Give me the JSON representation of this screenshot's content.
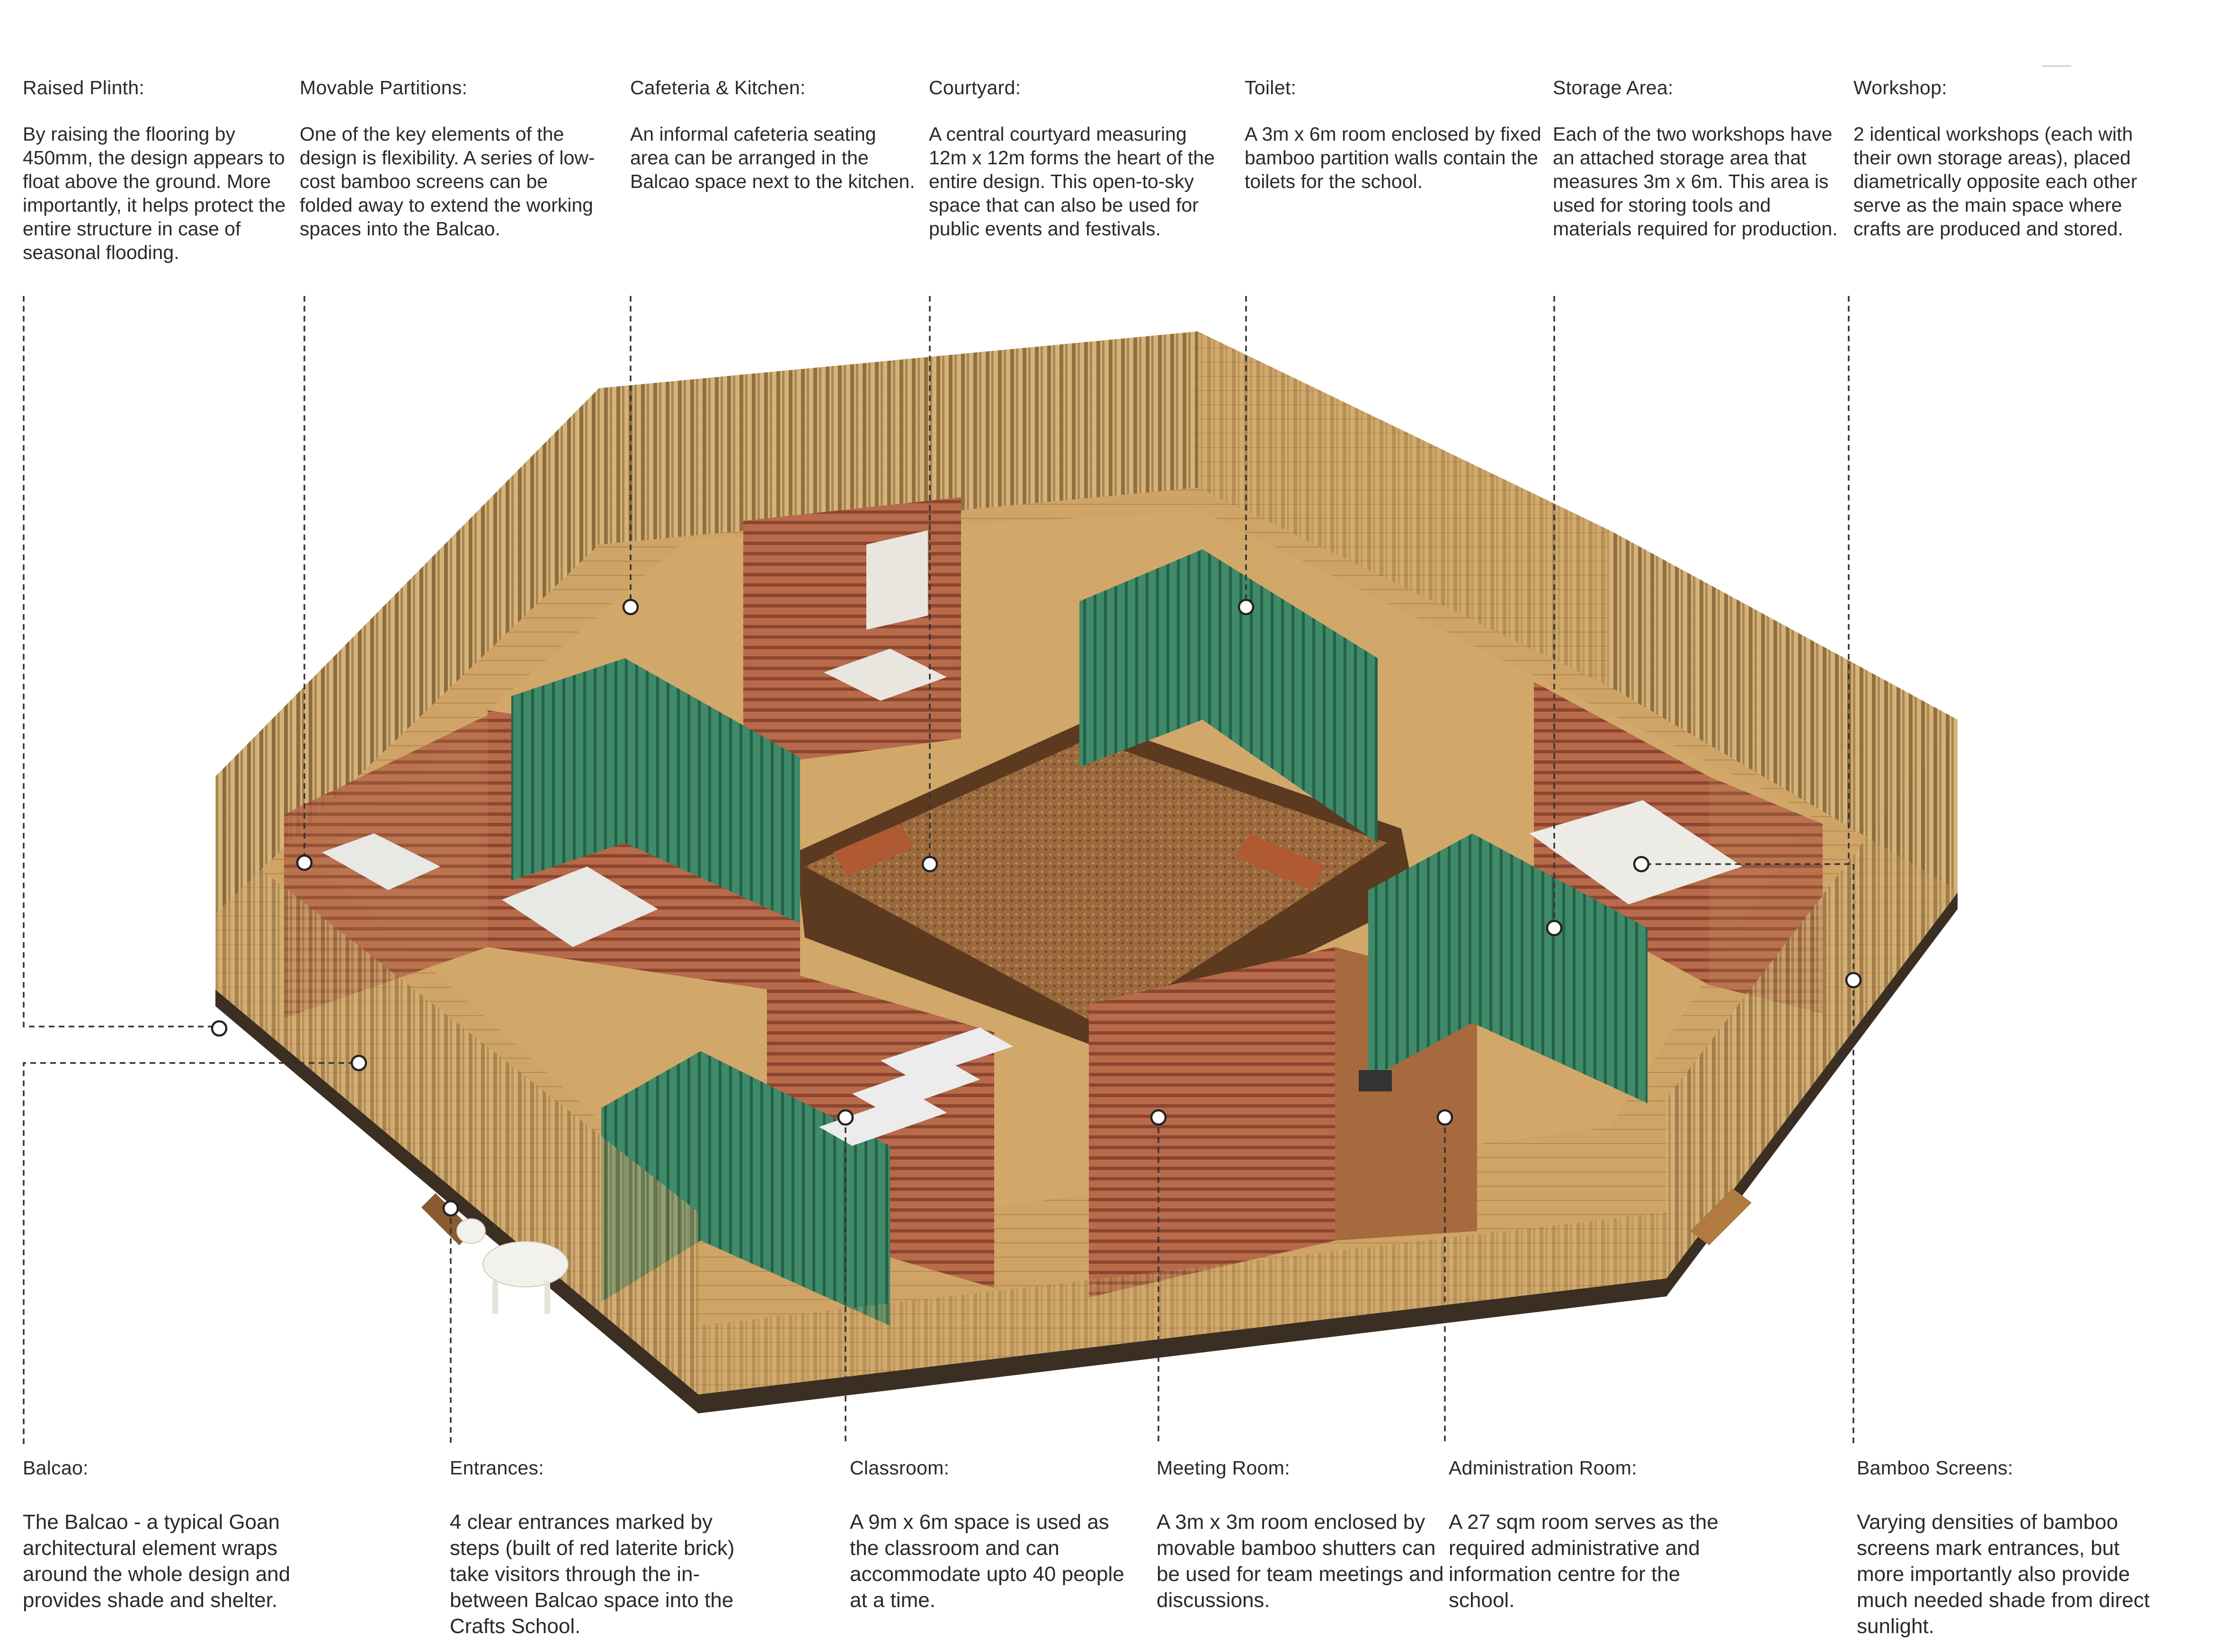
{
  "top_labels": [
    {
      "title": "Raised Plinth:",
      "body": "By raising the flooring by 450mm, the design appears to float above the ground. More importantly, it helps protect the entire structure in case of seasonal flooding."
    },
    {
      "title": "Movable Partitions:",
      "body": "One of the key elements of the design is flexibility. A series of low-cost bamboo screens can be folded away to extend the working spaces into the Balcao."
    },
    {
      "title": "Cafeteria & Kitchen:",
      "body": "An informal cafeteria seating area can be arranged in the Balcao space next to the kitchen."
    },
    {
      "title": "Courtyard:",
      "body": "A central courtyard measuring 12m x 12m forms the heart of the entire design. This open-to-sky space that can also be used for public events and festivals."
    },
    {
      "title": "Toilet:",
      "body": "A 3m x 6m room enclosed by fixed bamboo partition walls contain the toilets for the school."
    },
    {
      "title": "Storage Area:",
      "body": "Each of the two workshops have an attached storage area that measures 3m x 6m. This area is used for storing tools and materials required for production."
    },
    {
      "title": "Workshop:",
      "body": "2 identical workshops (each with their own storage areas), placed diametrically opposite each other serve as the main space where crafts are produced and stored."
    }
  ],
  "bottom_labels": [
    {
      "title": "Balcao:",
      "body": "The Balcao - a typical Goan architectural element wraps around the whole design and provides shade and shelter."
    },
    {
      "title": "Entrances:",
      "body": "4 clear entrances marked by steps (built of red laterite brick) take visitors through the in-between Balcao space into the Crafts School."
    },
    {
      "title": "Classroom:",
      "body": "A 9m x 6m space is used as the classroom and can accommodate upto 40 people at a time."
    },
    {
      "title": "Meeting Room:",
      "body": "A 3m x 3m room enclosed by movable bamboo shutters can be used for team meetings and discussions."
    },
    {
      "title": "Administration Room:",
      "body": "A 27 sqm room serves as the required administrative and information centre for the school."
    },
    {
      "title": "Bamboo Screens:",
      "body": "Varying densities of bamboo screens mark entrances, but more importantly also provide much needed shade from direct sunlight."
    }
  ],
  "colors": {
    "floor": "#c79a5c",
    "bamboo": "#8a6a3c",
    "partition_green": "#2f7a5a",
    "partition_red": "#a5543a",
    "courtyard": "#8a5a32"
  }
}
